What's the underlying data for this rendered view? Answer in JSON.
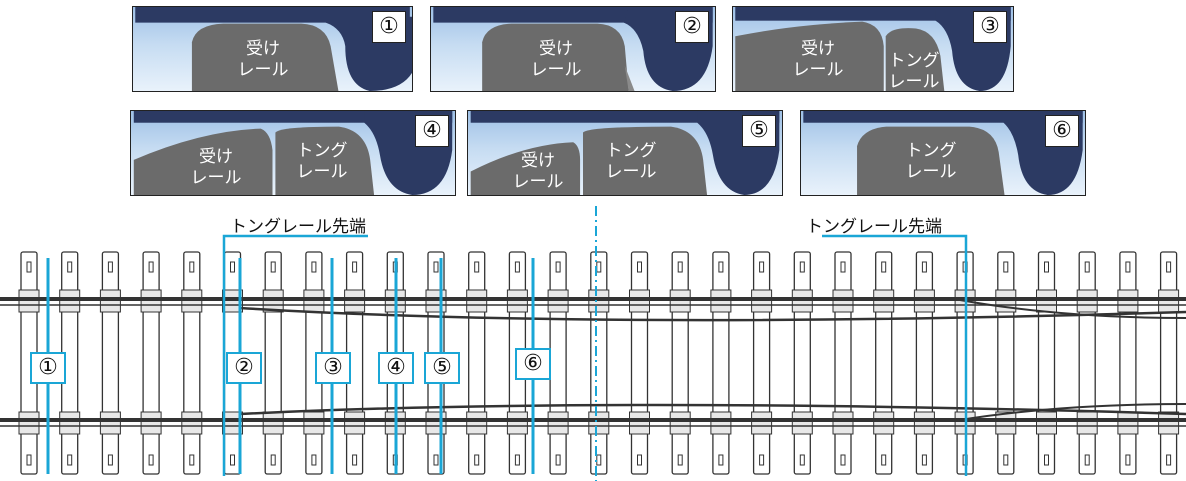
{
  "colors": {
    "rail": "#6b6b6b",
    "flange": "#2c3a63",
    "sky_top": "#9ec0e6",
    "sky_bottom": "#e9f2fb",
    "marker": "#1aa6d6"
  },
  "panels": [
    {
      "number": "①",
      "labels": [
        "受け\nレール"
      ]
    },
    {
      "number": "②",
      "labels": [
        "受け\nレール"
      ]
    },
    {
      "number": "③",
      "labels": [
        "受け\nレール",
        "トング\nレール"
      ]
    },
    {
      "number": "④",
      "labels": [
        "受け\nレール",
        "トング\nレール"
      ]
    },
    {
      "number": "⑤",
      "labels": [
        "受け\nレール",
        "トング\nレール"
      ]
    },
    {
      "number": "⑥",
      "labels": [
        "トング\nレール"
      ]
    }
  ],
  "track": {
    "tip_label_left": "トングレール先端",
    "tip_label_right": "トングレール先端",
    "markers": [
      "①",
      "②",
      "③",
      "④",
      "⑤",
      "⑥"
    ]
  }
}
